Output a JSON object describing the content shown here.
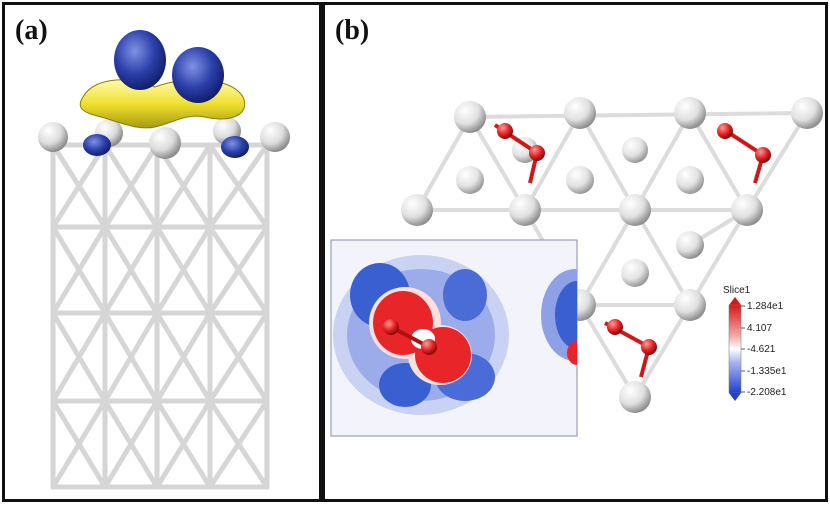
{
  "figure": {
    "panel_a": {
      "label": "(a)"
    },
    "panel_b": {
      "label": "(b)"
    }
  },
  "legend": {
    "title": "Slice1",
    "ticks": [
      "1.284e1",
      "4.107",
      "-4.621",
      "-1.335e1",
      "-2.208e1"
    ]
  },
  "colors": {
    "atom_gray": "#e4e4e4",
    "bond_gray": "#d8d8d8",
    "oxygen_red": "#e02020",
    "isosurface_yellow": "#f0e030",
    "isosurface_blue": "#2a3fa8",
    "density_red": "#e8262a",
    "density_blue": "#3a5fd0"
  }
}
